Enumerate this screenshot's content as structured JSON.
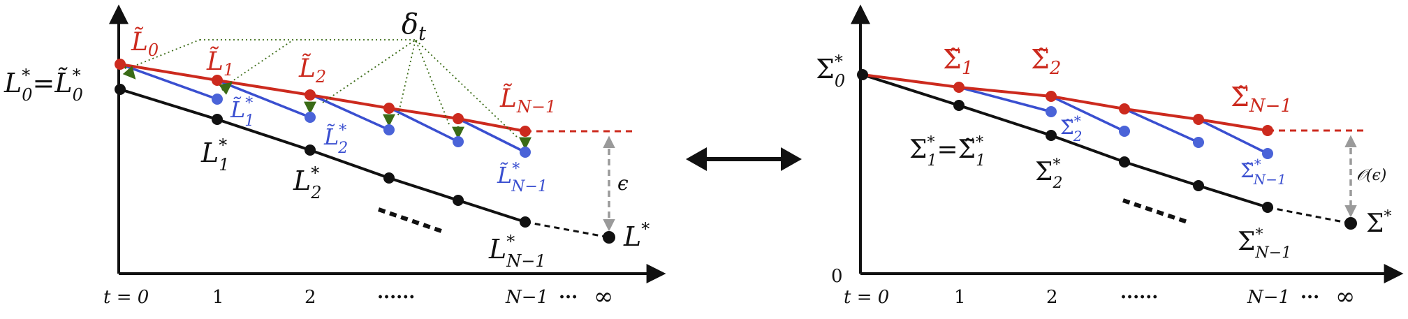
{
  "colors": {
    "red": "#cc2a1e",
    "blue": "#3a4fd0",
    "blue_point": "#4a63d8",
    "black": "#111111",
    "green": "#3a6b16",
    "gray": "#9a9a9a"
  },
  "left_panel": {
    "delta_label": "δ",
    "delta_sub": "t",
    "labels": {
      "L0_tilde": "L̃",
      "L0_tilde_sub": "0",
      "L1_tilde": "L̃",
      "L1_tilde_sub": "1",
      "L2_tilde": "L̃",
      "L2_tilde_sub": "2",
      "LN1_tilde": "L̃",
      "LN1_tilde_sub": "N−1",
      "L1_star_tilde": "L̃",
      "L1_star_tilde_sub": "1",
      "L2_star_tilde": "L̃",
      "L2_star_tilde_sub": "2",
      "LN1_star_tilde": "L̃",
      "LN1_star_tilde_sub": "N−1",
      "L0_star_eq": "L",
      "L0_star_eq_sub": "0",
      "eq_sign": "=",
      "L0_tilde_star": "L̃",
      "L0_tilde_star_sub": "0",
      "L1_star": "L",
      "L1_star_sub": "1",
      "L2_star": "L",
      "L2_star_sub": "2",
      "LN1_star": "L",
      "LN1_star_sub": "N−1",
      "L_star": "L",
      "star": "*",
      "epsilon": "ϵ"
    },
    "x_ticks": [
      "t = 0",
      "1",
      "2",
      "······",
      "N−1",
      "···",
      "∞"
    ]
  },
  "right_panel": {
    "labels": {
      "S0_star": "Σ",
      "S0_star_sub": "0",
      "S1_tilde": "Σ̃",
      "S1_tilde_sub": "1",
      "S2_tilde": "Σ̃",
      "S2_tilde_sub": "2",
      "SN1_tilde": "Σ̃",
      "SN1_tilde_sub": "N−1",
      "S2_star_tilde": "Σ̃",
      "S2_star_tilde_sub": "2",
      "SN1_star_tilde": "Σ̃",
      "SN1_star_tilde_sub": "N−1",
      "S1_star_eq": "Σ",
      "S1_star_eq_sub": "1",
      "eq_sign": "=",
      "S1_tilde_star": "Σ̃",
      "S1_tilde_star_sub": "1",
      "S2_star": "Σ",
      "S2_star_sub": "2",
      "SN1_star": "Σ",
      "SN1_star_sub": "N−1",
      "S_star": "Σ",
      "star": "*",
      "big_o": "𝒪(ϵ)",
      "zero": "0"
    },
    "x_ticks": [
      "t = 0",
      "1",
      "2",
      "······",
      "N−1",
      "···",
      "∞"
    ]
  }
}
